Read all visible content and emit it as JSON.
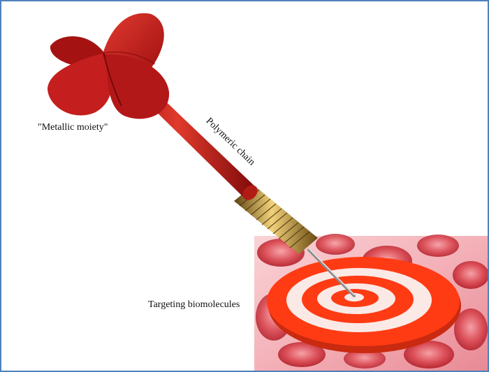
{
  "labels": {
    "metallic": "\"Metallic moiety\"",
    "chain": "Polymeric chain",
    "target": "Targeting biomolecules"
  },
  "colors": {
    "border": "#4f81bd",
    "dart_red": "#c41e1e",
    "grip_gold": "#b8902a",
    "target_red": "#ff3b14",
    "background_pink": "#f7c4c8"
  }
}
